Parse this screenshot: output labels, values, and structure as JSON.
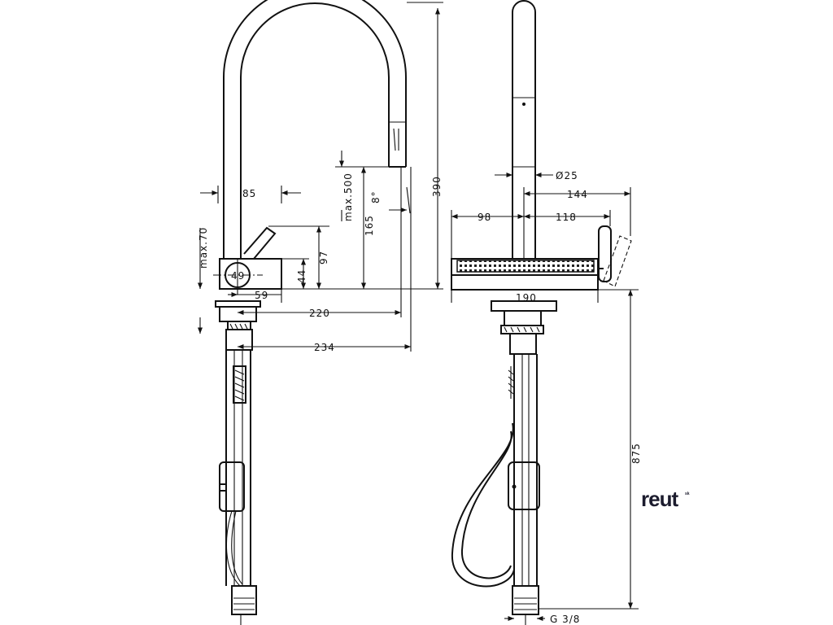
{
  "side_view": {
    "dims": {
      "d85": "85",
      "max500": "max.500",
      "angle": "8°",
      "d390": "390",
      "max70": "max.70",
      "d165": "165",
      "d97": "97",
      "d44": "44",
      "d49": "49",
      "d59": "59",
      "d220": "220",
      "d234": "234"
    }
  },
  "front_view": {
    "dims": {
      "dia25": "Ø25",
      "d144": "144",
      "d98": "98",
      "d118": "118",
      "d190": "190",
      "d875": "875",
      "thread": "G 3/8"
    }
  },
  "brand": {
    "name": "reut",
    "suffix": "sk"
  }
}
